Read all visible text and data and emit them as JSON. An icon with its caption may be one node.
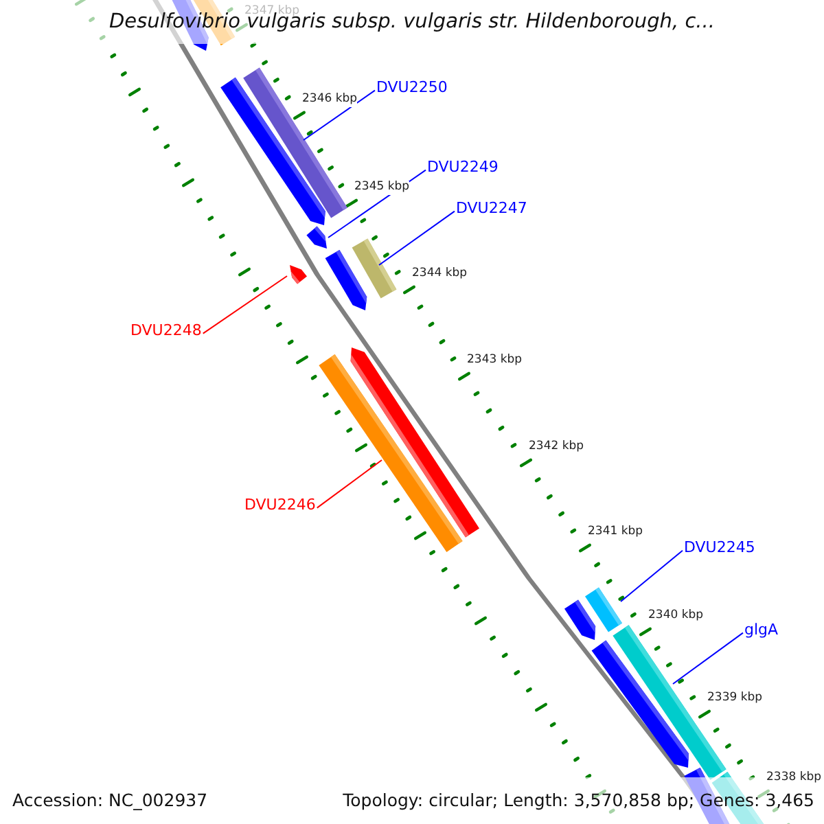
{
  "diagram": {
    "title": "Desulfovibrio vulgaris subsp. vulgaris str. Hildenborough, c...",
    "nodes": [
      {
        "text": [
          "DVU2250"
        ]
      },
      {
        "text": [],
        "shape": "bar"
      },
      {
        "text": [
          "DVU2249"
        ]
      },
      {
        "text": [],
        "shape": "arrow"
      },
      {
        "text": [
          "DVU2247"
        ]
      },
      {
        "text": [],
        "shape": "bar"
      },
      {
        "text": [
          "DVU2248"
        ]
      },
      {
        "text": [],
        "shape": "arrow"
      },
      {
        "text": [
          "DVU2246"
        ]
      },
      {
        "text": [],
        "shape": "bar"
      },
      {
        "text": [
          "DVU2245"
        ]
      },
      {
        "text": [],
        "shape": "bar"
      },
      {
        "text": [
          "glgA"
        ]
      },
      {
        "text": [],
        "shape": "bar"
      }
    ],
    "edges": [
      {
        "from": 0,
        "to": 1,
        "arrow": "none"
      },
      {
        "from": 2,
        "to": 3,
        "arrow": "none"
      },
      {
        "from": 4,
        "to": 5,
        "arrow": "none"
      },
      {
        "from": 6,
        "to": 7,
        "arrow": "none",
        "color": "#ff0000"
      },
      {
        "from": 8,
        "to": 9,
        "arrow": "none",
        "color": "#ff0000"
      },
      {
        "from": 10,
        "to": 11,
        "arrow": "none"
      },
      {
        "from": 12,
        "to": 13,
        "arrow": "none"
      }
    ],
    "labels": [
      "2347 kbp",
      "2346 kbp",
      "2345 kbp",
      "2344 kbp",
      "2343 kbp",
      "2342 kbp",
      "2341 kbp",
      "2340 kbp",
      "2339 kbp",
      "2338 kbp",
      "Accession: NC_002937",
      "Topology: circular; Length: 3,570,858 bp; Genes: 3,465"
    ]
  }
}
